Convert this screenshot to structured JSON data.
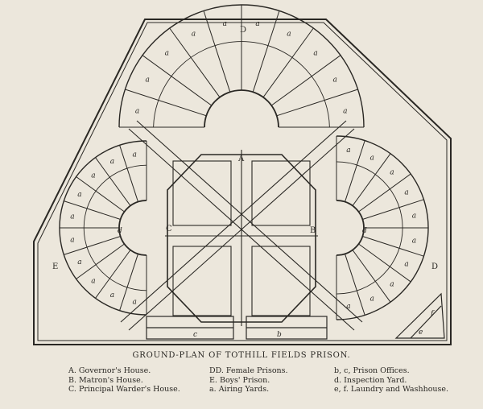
{
  "caption": "GROUND-PLAN OF TOTHILL FIELDS PRISON.",
  "plan_labels": {
    "D": "D",
    "E": "E",
    "A": "A",
    "B": "B",
    "C": "C",
    "a": "a",
    "b": "b",
    "c": "c",
    "d": "d",
    "e": "e",
    "f": "f"
  },
  "legend": {
    "col1": [
      "A.  Governor's House.",
      "B.  Matron's House.",
      "C.  Principal Warder's House."
    ],
    "col2": [
      "DD.  Female Prisons.",
      "E.  Boys' Prison.",
      "a.  Airing Yards."
    ],
    "col3": [
      "b, c,  Prison Offices.",
      "d.  Inspection Yard.",
      "e, f.  Laundry and Washhouse."
    ]
  },
  "colors": {
    "paper": "#ece7dc",
    "ink": "#2a2824"
  }
}
